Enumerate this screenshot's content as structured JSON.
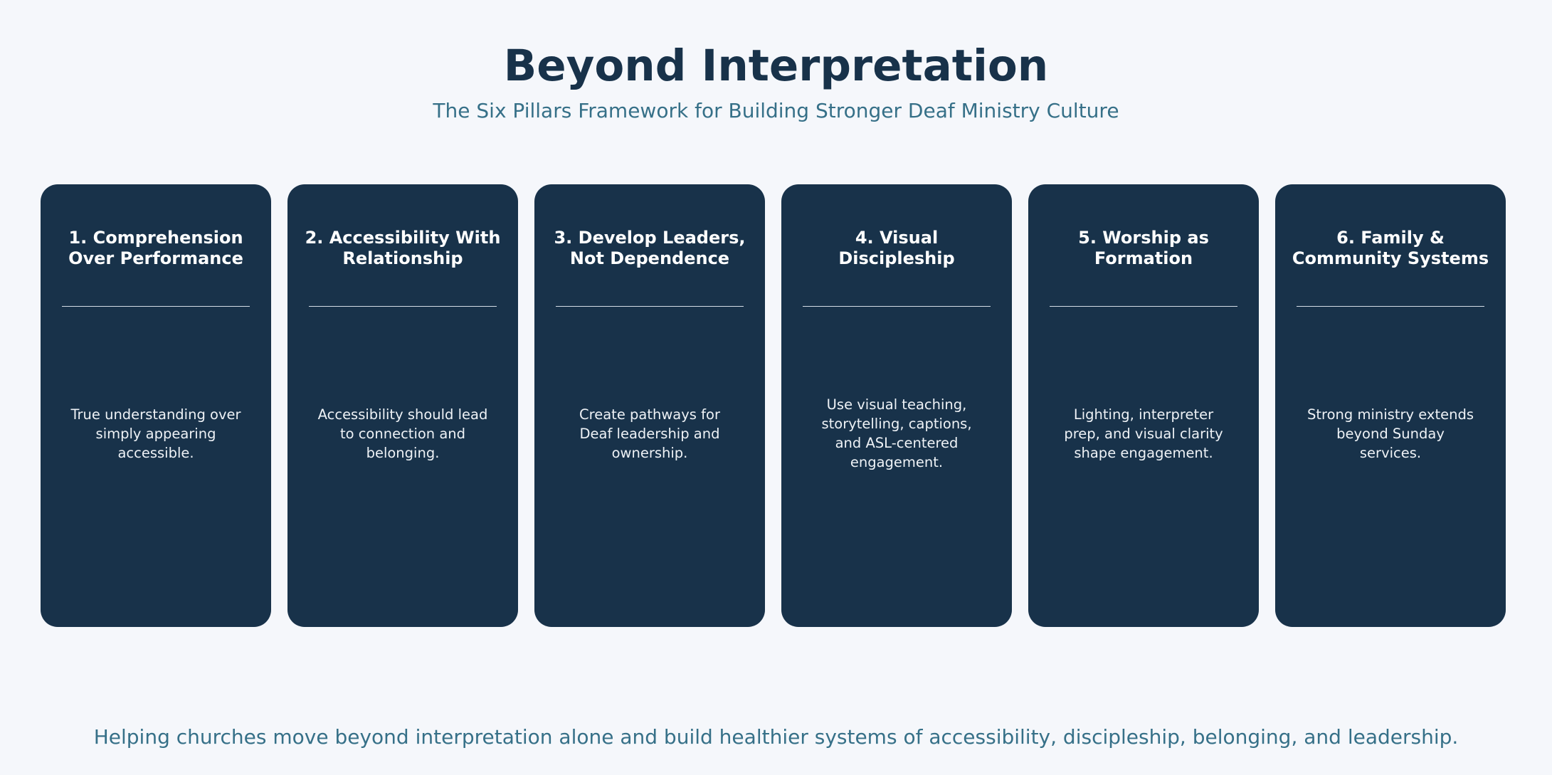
{
  "header": {
    "title": "Beyond Interpretation",
    "subtitle": "The Six Pillars Framework for Building Stronger Deaf Ministry Culture"
  },
  "pillars": [
    {
      "title": "1. Comprehension Over Performance",
      "description": "True understanding over simply appearing accessible."
    },
    {
      "title": "2. Accessibility With Relationship",
      "description": "Accessibility should lead to connection and belonging."
    },
    {
      "title": "3. Develop Leaders, Not Dependence",
      "description": "Create pathways for Deaf leadership and ownership."
    },
    {
      "title": "4. Visual Discipleship",
      "description": "Use visual teaching, storytelling, captions, and ASL-centered engagement."
    },
    {
      "title": "5. Worship as Formation",
      "description": "Lighting, interpreter prep, and visual clarity shape engagement."
    },
    {
      "title": "6. Family & Community Systems",
      "description": "Strong ministry extends beyond Sunday services."
    }
  ],
  "footer": {
    "text": "Helping churches move beyond interpretation alone and build healthier systems of accessibility, discipleship, belonging, and leadership."
  },
  "colors": {
    "background": "#f5f7fb",
    "card": "#18324a",
    "title": "#18324a",
    "accent_text": "#367088"
  }
}
